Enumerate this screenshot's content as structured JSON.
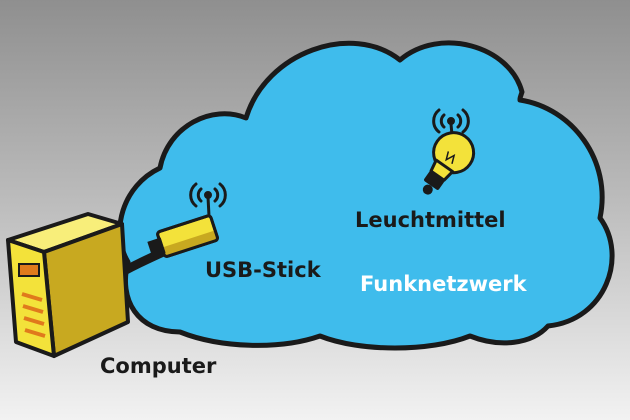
{
  "diagram": {
    "labels": {
      "bulb": "Leuchtmittel",
      "usb": "USB-Stick",
      "network": "Funknetzwerk",
      "computer": "Computer"
    },
    "icons": {
      "cloud": "cloud-icon",
      "bulb": "lightbulb-icon",
      "usb": "usb-stick-icon",
      "computer": "computer-tower-icon",
      "signal": "wireless-signal-icon"
    },
    "colors": {
      "cloud_fill": "#3fbcec",
      "outline": "#1a1a1a",
      "device_yellow": "#f3e23a",
      "device_shadow": "#c8a920",
      "computer_accent": "#e07a1c",
      "network_text": "#ffffff"
    }
  }
}
